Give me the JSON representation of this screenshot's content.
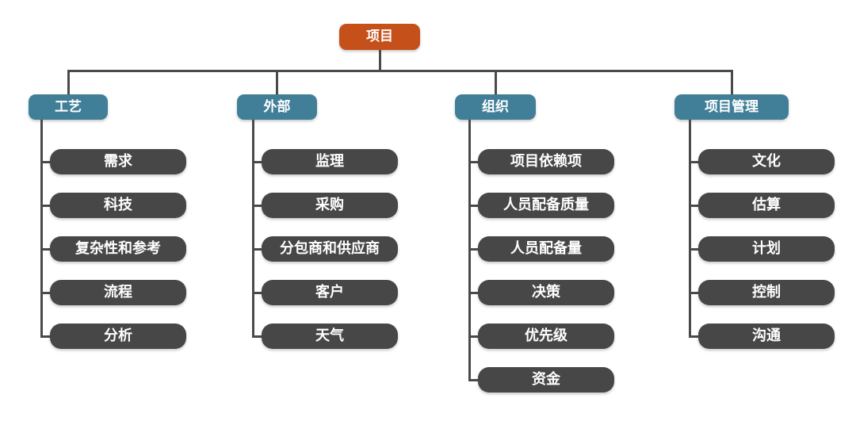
{
  "diagram": {
    "type": "breakdown-structure-tree",
    "root": {
      "label": "项目"
    },
    "branches": [
      {
        "label": "工艺",
        "children": [
          "需求",
          "科技",
          "复杂性和参考",
          "流程",
          "分析"
        ]
      },
      {
        "label": "外部",
        "children": [
          "监理",
          "采购",
          "分包商和供应商",
          "客户",
          "天气"
        ]
      },
      {
        "label": "组织",
        "children": [
          "项目依赖项",
          "人员配备质量",
          "人员配备量",
          "决策",
          "优先级",
          "资金"
        ]
      },
      {
        "label": "项目管理",
        "children": [
          "文化",
          "估算",
          "计划",
          "控制",
          "沟通"
        ]
      }
    ],
    "colors": {
      "root_fill": "#C6501A",
      "branch_fill": "#417F99",
      "child_fill": "#474747",
      "connector": "#4A4A4A",
      "text": "#FFFFFF",
      "background": "#FFFFFF"
    }
  }
}
